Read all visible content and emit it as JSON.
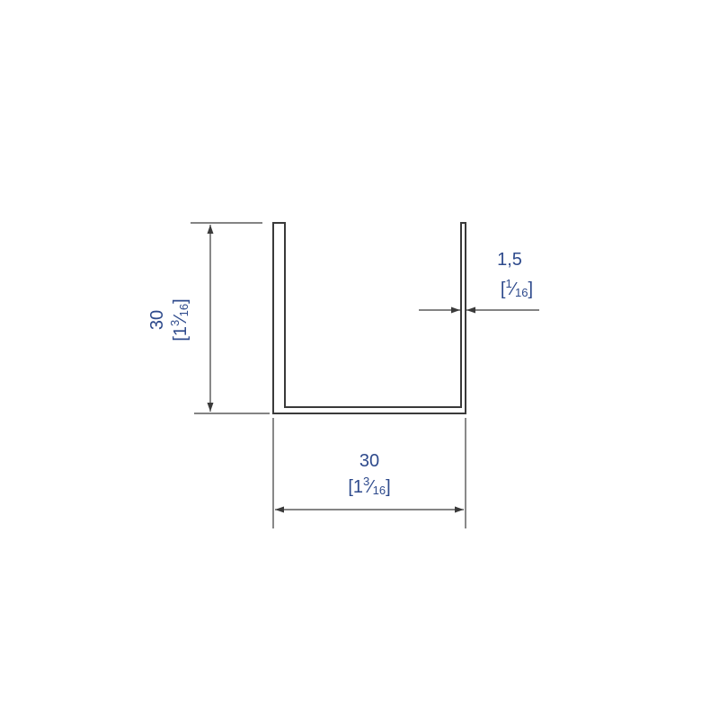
{
  "profile": {
    "shape": "U-channel",
    "colors": {
      "outline": "#3a3a3a",
      "dimension_line": "#3a3a3a",
      "dimension_text": "#2e4a8c"
    }
  },
  "dimensions": {
    "height": {
      "mm": "30",
      "inch_whole": "1",
      "inch_num": "3",
      "inch_den": "16"
    },
    "width": {
      "mm": "30",
      "inch_whole": "1",
      "inch_num": "3",
      "inch_den": "16"
    },
    "thickness": {
      "mm": "1,5",
      "inch_num": "1",
      "inch_den": "16"
    }
  }
}
